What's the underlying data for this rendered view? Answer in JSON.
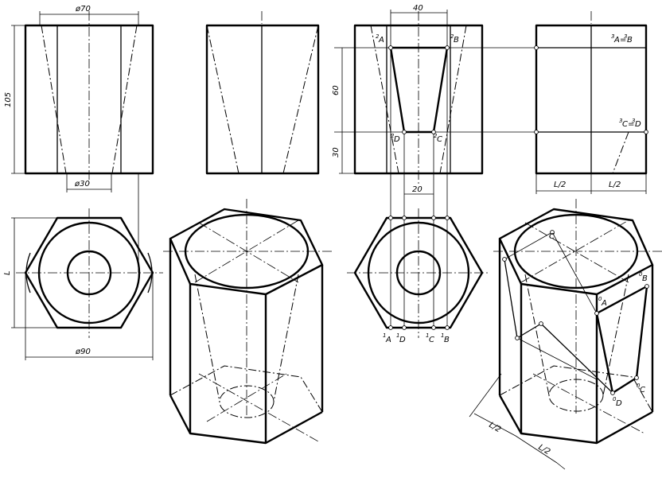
{
  "dimensions": {
    "d70": "ø70",
    "d30": "ø30",
    "d90": "ø90",
    "h105": "105",
    "w40": "40",
    "h60": "60",
    "h30": "30",
    "w20": "20",
    "L": "L",
    "L2a": "L/2",
    "L2b": "L/2",
    "iso_L2a": "L/2",
    "iso_L2b": "L/2"
  },
  "points": {
    "p2A": "A",
    "p2B": "B",
    "p2D": "D",
    "p2C": "C",
    "p1A": "A",
    "p1D": "D",
    "p1C": "C",
    "p1B": "B",
    "p3AB": "A=",
    "p3AB_b": "B",
    "p3CD": "C=",
    "p3CD_b": "D",
    "p0A": "A",
    "p0B": "B",
    "p0C": "C",
    "p0D": "D",
    "pC": "C"
  },
  "superscripts": {
    "s2": "2",
    "s1": "1",
    "s3": "3",
    "s0": "0"
  }
}
